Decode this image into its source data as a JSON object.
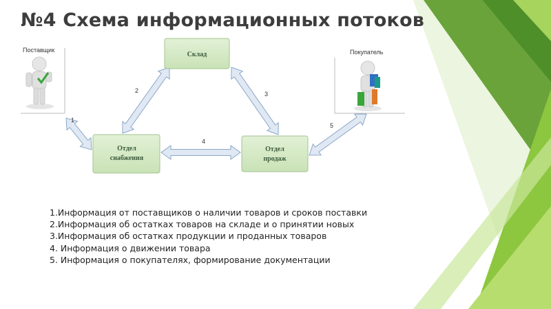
{
  "title": "№4 Схема информационных потоков",
  "diagram": {
    "nodes": {
      "warehouse": "Склад",
      "supply_line1": "Отдел",
      "supply_line2": "снабжения",
      "sales_line1": "Отдел",
      "sales_line2": "продаж",
      "supplier": "Поставщик",
      "buyer": "Покупатель"
    },
    "arrows": [
      "1",
      "2",
      "3",
      "4",
      "5"
    ]
  },
  "legend": [
    "1.Информация от поставщиков о наличии товаров и сроков поставки",
    "2.Информация об остатках товаров на складе и о принятии новых",
    "3.Информация об остатках продукции и проданных товаров",
    "4. Информация о движении товара",
    "5. Информация о покупателях, формирование документации"
  ],
  "colors": {
    "box_fill": "#d6ebc6",
    "box_border": "#9fbf8c",
    "arrow_fill": "#dfe8f3",
    "arrow_stroke": "#8aa7c8",
    "accent_green": "#8dc63f"
  }
}
